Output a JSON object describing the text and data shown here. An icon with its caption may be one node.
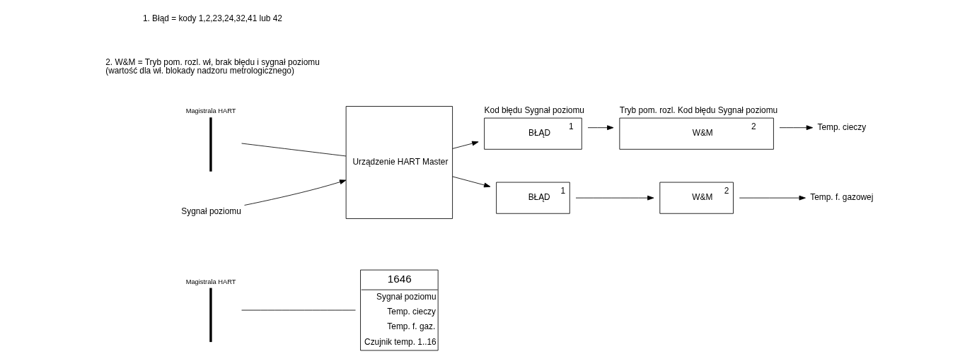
{
  "diagram": {
    "nodes": [
      {
        "text": [
          "Magistrala HART"
        ]
      },
      {
        "text": [
          "1646",
          "Sygnał poziomu",
          "Temp. cieczy",
          "Temp. f. gaz.",
          "Czujnik temp. 1..16"
        ]
      },
      {
        "text": [
          "Magistrala HART"
        ]
      },
      {
        "text": [
          "Urządzenie HART Master"
        ]
      },
      {
        "text": [
          "Kod błędu Sygnał poziomu",
          "BŁĄD",
          "1"
        ]
      },
      {
        "text": [
          "Tryb pom. rozl. Kod błędu Sygnał poziomu",
          "W&M",
          "2"
        ]
      },
      {
        "text": [
          "Temp. cieczy"
        ]
      },
      {
        "text": [
          "BŁĄD",
          "1"
        ]
      },
      {
        "text": [
          "W&M",
          "2"
        ]
      },
      {
        "text": [
          "Temp. f. gazowej"
        ]
      },
      {
        "text": [
          "Sygnał poziomu"
        ]
      }
    ],
    "edges": [
      {
        "from": 0,
        "to": 1,
        "arrow": "none"
      },
      {
        "from": 2,
        "to": 3,
        "arrow": "none"
      },
      {
        "from": 10,
        "to": 3,
        "arrow": "to"
      },
      {
        "from": 3,
        "to": 4,
        "arrow": "to"
      },
      {
        "from": 4,
        "to": 5,
        "arrow": "to"
      },
      {
        "from": 5,
        "to": 6,
        "arrow": "to"
      },
      {
        "from": 3,
        "to": 7,
        "arrow": "to"
      },
      {
        "from": 7,
        "to": 8,
        "arrow": "to"
      },
      {
        "from": 8,
        "to": 9,
        "arrow": "to"
      }
    ],
    "labels": [
      "1. Błąd = kody 1,2,23,24,32,41 lub 42",
      "2. W&M = Tryb pom. rozl. wł, brak błędu i sygnał poziomu (wartość dla wł. blokady nadzoru metrologicznego)"
    ]
  }
}
